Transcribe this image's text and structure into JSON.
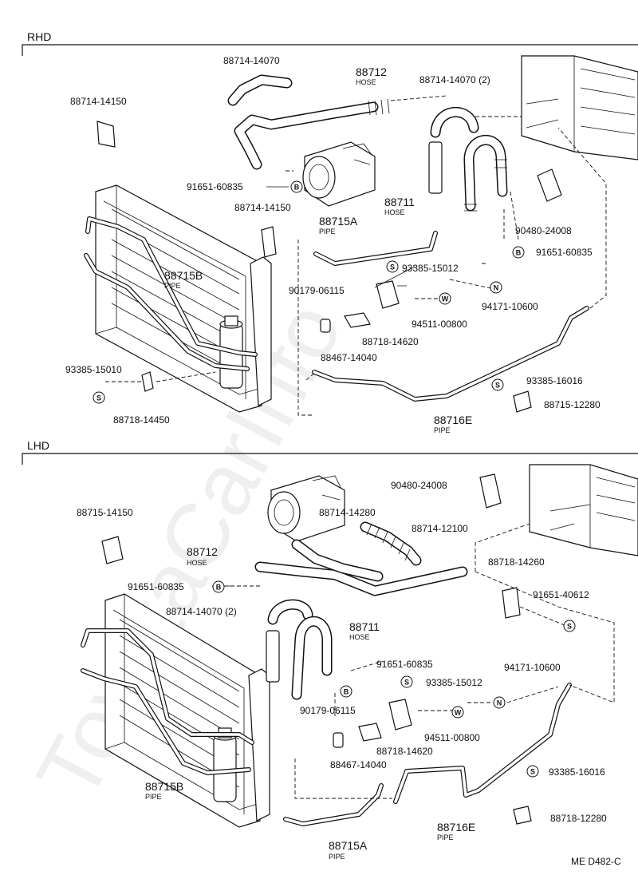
{
  "sections": {
    "rhd": "RHD",
    "lhd": "LHD"
  },
  "watermark": "ToyotaCarInfo",
  "drawing_code": "ME  D482-C",
  "symbols": {
    "b": "B",
    "s": "S",
    "n": "N",
    "w": "W"
  },
  "rhd": {
    "p_14070": "88714-14070",
    "p_14150_a": "88714-14150",
    "hose_88712": "88712",
    "hose_88712_sub": "HOSE",
    "p_14070_2": "88714-14070 (2)",
    "p_60835_a": "91651-60835",
    "p_14150_b": "88714-14150",
    "hose_88711": "88711",
    "hose_88711_sub": "HOSE",
    "pipe_88715a": "88715A",
    "pipe_88715a_sub": "PIPE",
    "p_24008": "90480-24008",
    "p_60835_b": "91651-60835",
    "pipe_88715b": "88715B",
    "pipe_88715b_sub": "PIPE",
    "p_15012": "93385-15012",
    "p_06115": "90179-06115",
    "p_10600": "94171-10600",
    "p_00800": "94511-00800",
    "p_14620": "88718-14620",
    "p_14040": "88467-14040",
    "p_15010": "93385-15010",
    "p_16016": "93385-16016",
    "p_12280": "88715-12280",
    "p_14450": "88718-14450",
    "pipe_88716e": "88716E",
    "pipe_88716e_sub": "PIPE"
  },
  "lhd": {
    "p_24008": "90480-24008",
    "p_14150": "88715-14150",
    "p_14280": "88714-14280",
    "p_12100": "88714-12100",
    "hose_88712": "88712",
    "hose_88712_sub": "HOSE",
    "p_14260": "88718-14260",
    "p_60835_a": "91651-60835",
    "p_40612": "91651-40612",
    "p_14070_2": "88714-14070 (2)",
    "hose_88711": "88711",
    "hose_88711_sub": "HOSE",
    "p_60835_b": "91651-60835",
    "p_10600": "94171-10600",
    "p_15012": "93385-15012",
    "p_06115": "90179-06115",
    "p_00800": "94511-00800",
    "p_14620": "88718-14620",
    "p_14040": "88467-14040",
    "p_16016": "93385-16016",
    "pipe_88715b": "88715B",
    "pipe_88715b_sub": "PIPE",
    "p_12280": "88718-12280",
    "pipe_88716e": "88716E",
    "pipe_88716e_sub": "PIPE",
    "pipe_88715a": "88715A",
    "pipe_88715a_sub": "PIPE"
  }
}
